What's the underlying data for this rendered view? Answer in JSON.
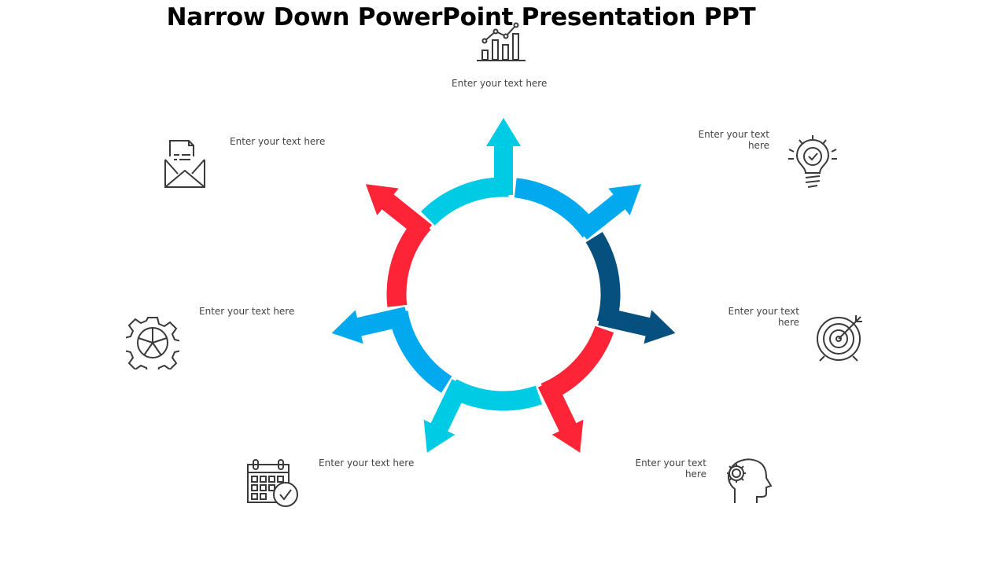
{
  "title": "Narrow Down PowerPoint Presentation PPT",
  "items": [
    {
      "label": "Enter your text here",
      "icon": "bar-chart-icon"
    },
    {
      "label": "Enter your text here",
      "icon": "lightbulb-check-icon"
    },
    {
      "label": "Enter your text here",
      "icon": "target-icon"
    },
    {
      "label": "Enter your text here",
      "icon": "head-gear-icon"
    },
    {
      "label": "Enter your text here",
      "icon": "calendar-check-icon"
    },
    {
      "label": "Enter your text here",
      "icon": "gear-pie-icon"
    },
    {
      "label": "Enter your text here",
      "icon": "envelope-letter-icon"
    }
  ],
  "colors": {
    "cyan": "#00cbe5",
    "blue": "#03a9ef",
    "navy": "#05507f",
    "red": "#fd2437",
    "icon": "#3a3a3a",
    "text": "#444444"
  },
  "segments": [
    {
      "color": "cyan"
    },
    {
      "color": "blue"
    },
    {
      "color": "navy"
    },
    {
      "color": "red"
    },
    {
      "color": "cyan"
    },
    {
      "color": "blue"
    },
    {
      "color": "red"
    }
  ]
}
